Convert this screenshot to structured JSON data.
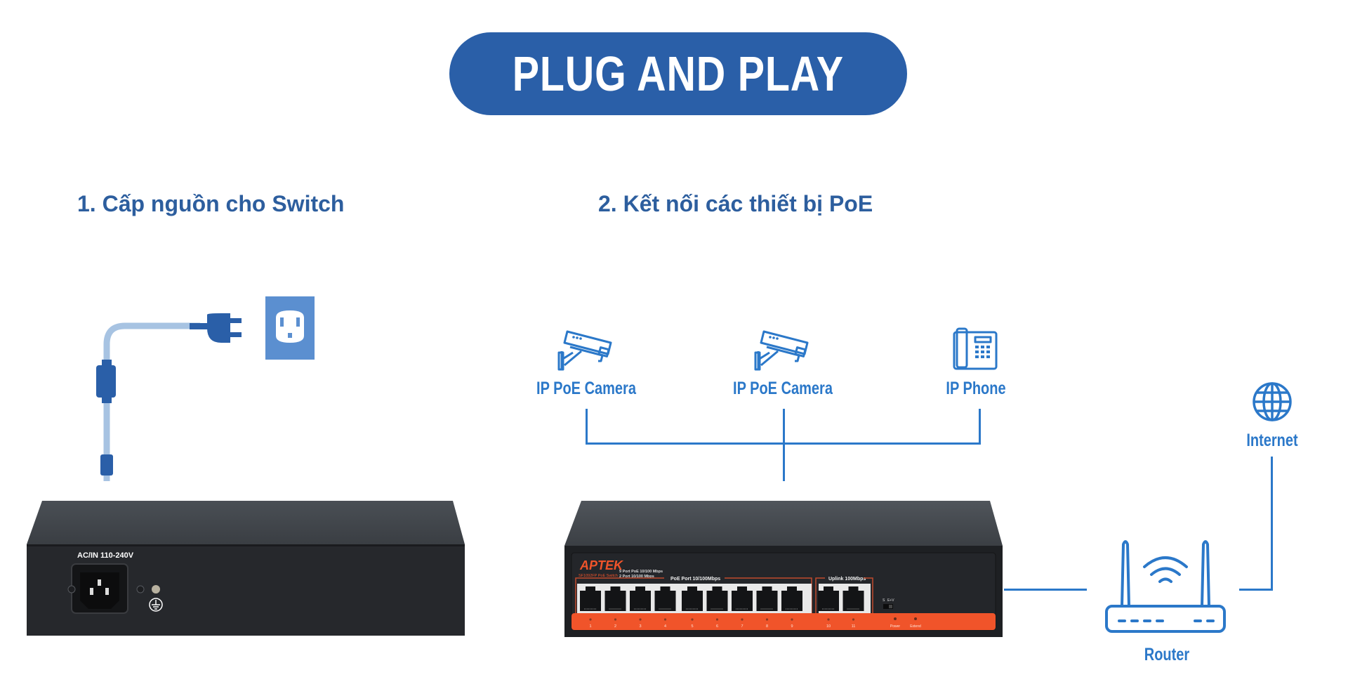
{
  "banner": {
    "title": "PLUG AND PLAY"
  },
  "steps": [
    {
      "label": "1. Cấp nguồn cho Switch"
    },
    {
      "label": "2. Kết nối các thiết bị PoE"
    }
  ],
  "power": {
    "plug_icon": "power-plug-icon",
    "outlet_icon": "wall-outlet-icon"
  },
  "devices": [
    {
      "label": "IP PoE Camera",
      "icon": "security-camera-icon"
    },
    {
      "label": "IP PoE Camera",
      "icon": "security-camera-icon"
    },
    {
      "label": "IP Phone",
      "icon": "desk-phone-icon"
    }
  ],
  "network": {
    "internet": {
      "label": "Internet",
      "icon": "globe-icon"
    },
    "router": {
      "label": "Router",
      "icon": "wifi-router-icon"
    }
  },
  "switch_back": {
    "power_label": "AC/IN 110-240V",
    "ground_icon": "ground-symbol-icon"
  },
  "switch_front": {
    "brand": "APTEK",
    "model": "SF1092FP PoE Switch",
    "spec_line1": "9 Port PoE 10/100 Mbps",
    "spec_line2": "2 Port 10/100 Mbps",
    "poe_group_label": "PoE Port 10/100Mbps",
    "uplink_group_label": "Uplink 100Mbps",
    "port_numbers": [
      "1",
      "2",
      "3",
      "4",
      "5",
      "6",
      "7",
      "8",
      "9",
      "10",
      "11"
    ],
    "led_labels": [
      "Power",
      "Extend"
    ],
    "dip_labels": [
      "S",
      "E+V"
    ]
  },
  "colors": {
    "banner": "#2a5fa8",
    "heading": "#2d5e9e",
    "icon_blue": "#2b78c9",
    "cable_light": "#a7c3e2",
    "switch_orange": "#f0542a",
    "switch_body": "#25272b"
  }
}
